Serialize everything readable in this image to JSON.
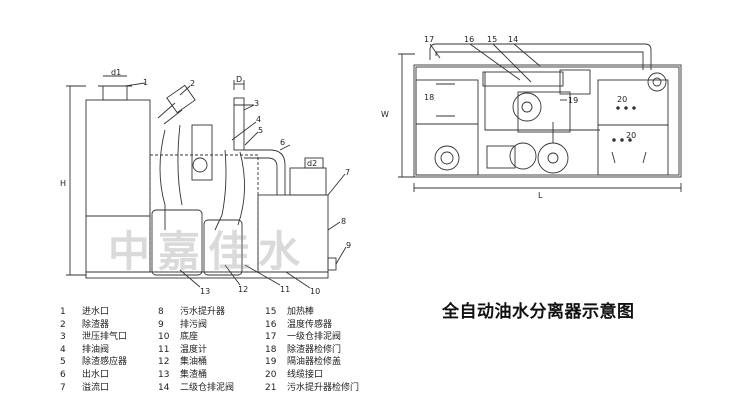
{
  "title": "全自动油水分离器示意图",
  "watermark": "中嘉佳水",
  "side_view": {
    "callouts": [
      "1",
      "2",
      "3",
      "4",
      "5",
      "6",
      "7",
      "8",
      "9",
      "10",
      "11",
      "12",
      "13"
    ],
    "labels": {
      "d1": "d1",
      "d2": "d2",
      "D": "D",
      "H": "H"
    }
  },
  "top_view": {
    "callouts": [
      "17",
      "16",
      "15",
      "14",
      "18",
      "19",
      "20",
      "20"
    ],
    "labels": {
      "W": "W",
      "L": "L"
    }
  },
  "legend": {
    "col1": [
      {
        "num": "1",
        "text": "进水口"
      },
      {
        "num": "2",
        "text": "除渣器"
      },
      {
        "num": "3",
        "text": "泄压排气口"
      },
      {
        "num": "4",
        "text": "排油阀"
      },
      {
        "num": "5",
        "text": "除渣感应器"
      },
      {
        "num": "6",
        "text": "出水口"
      },
      {
        "num": "7",
        "text": "溢流口"
      }
    ],
    "col2": [
      {
        "num": "8",
        "text": "污水提升器"
      },
      {
        "num": "9",
        "text": "排污阀"
      },
      {
        "num": "10",
        "text": "底座"
      },
      {
        "num": "11",
        "text": "温度计"
      },
      {
        "num": "12",
        "text": "集油桶"
      },
      {
        "num": "13",
        "text": "集渣桶"
      },
      {
        "num": "14",
        "text": "二级仓排泥阀"
      }
    ],
    "col3": [
      {
        "num": "15",
        "text": "加热棒"
      },
      {
        "num": "16",
        "text": "温度传感器"
      },
      {
        "num": "17",
        "text": "一级仓排泥阀"
      },
      {
        "num": "18",
        "text": "除渣器检修门"
      },
      {
        "num": "19",
        "text": "隔油器检修盖"
      },
      {
        "num": "20",
        "text": "线缆接口"
      },
      {
        "num": "21",
        "text": "污水提升器检修门"
      }
    ]
  }
}
